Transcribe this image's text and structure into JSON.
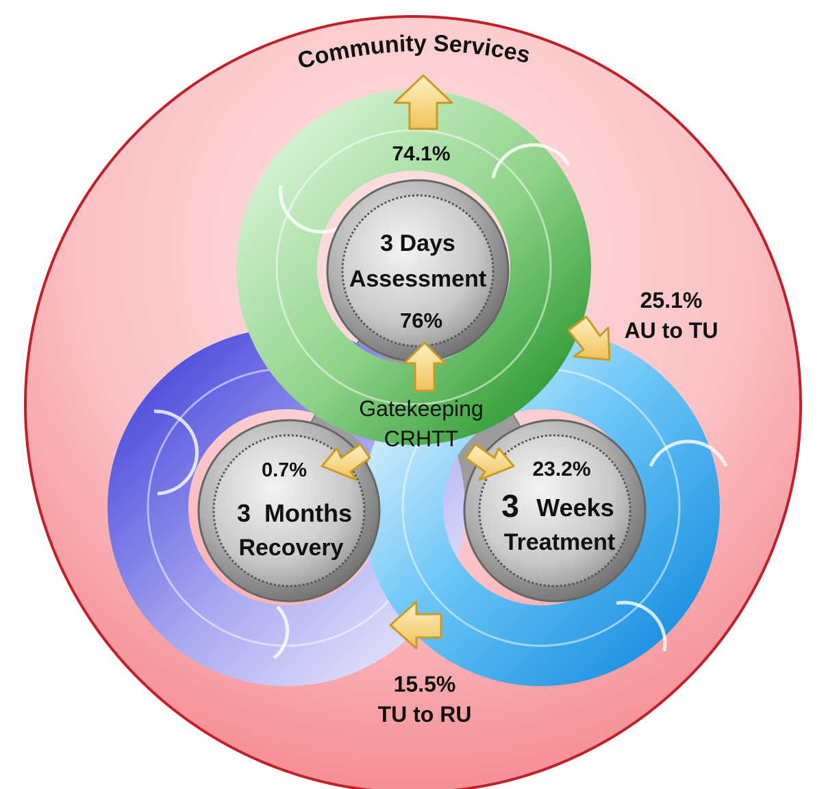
{
  "title": "Community Services",
  "center": {
    "line1": "Gatekeeping",
    "line2": "CRHTT"
  },
  "assessment": {
    "line1": "3 Days",
    "line2": "Assessment",
    "percent": "76%",
    "ring_percent": "74.1%"
  },
  "treatment": {
    "number": "3",
    "line1": "Weeks",
    "line2": "Treatment",
    "percent": "23.2%"
  },
  "recovery": {
    "line1": "3  Months",
    "line2": "Recovery",
    "percent": "0.7%"
  },
  "transfer_au_tu": {
    "percent": "25.1%",
    "label": "AU to TU"
  },
  "transfer_tu_ru": {
    "percent": "15.5%",
    "label": "TU to RU"
  },
  "colors": {
    "outer": "#f8a3a8",
    "outer_border": "#c0202a",
    "green": "#5cb85c",
    "blue": "#38a8ee",
    "purple": "#6f6fe6",
    "arrow": "#f6d27a",
    "hub": "#9a9a9a"
  }
}
